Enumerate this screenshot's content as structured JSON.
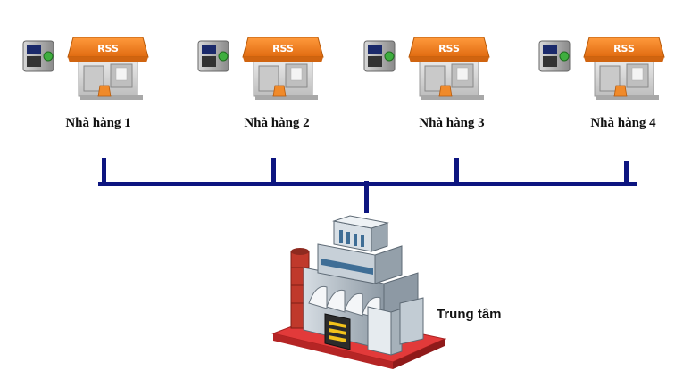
{
  "stores": [
    {
      "label": "Nhà hàng 1",
      "sign": "RSS",
      "device_icon": "time-attendance-terminal-icon",
      "icon": "restaurant-shop-icon"
    },
    {
      "label": "Nhà hàng 2",
      "sign": "RSS",
      "device_icon": "time-attendance-terminal-icon",
      "icon": "restaurant-shop-icon"
    },
    {
      "label": "Nhà hàng 3",
      "sign": "RSS",
      "device_icon": "time-attendance-terminal-icon",
      "icon": "restaurant-shop-icon"
    },
    {
      "label": "Nhà hàng 4",
      "sign": "RSS",
      "device_icon": "time-attendance-terminal-icon",
      "icon": "restaurant-shop-icon"
    }
  ],
  "headquarters": {
    "label": "Trung tâm",
    "icon": "factory-building-icon"
  },
  "colors": {
    "bus_line": "#0d1580",
    "awning": "#f07a1a",
    "awning_dark": "#c85a08",
    "wall": "#d9d9d9",
    "factory_body": "#b9c3cc",
    "factory_base": "#e23a3a",
    "chimney": "#c0392b"
  }
}
